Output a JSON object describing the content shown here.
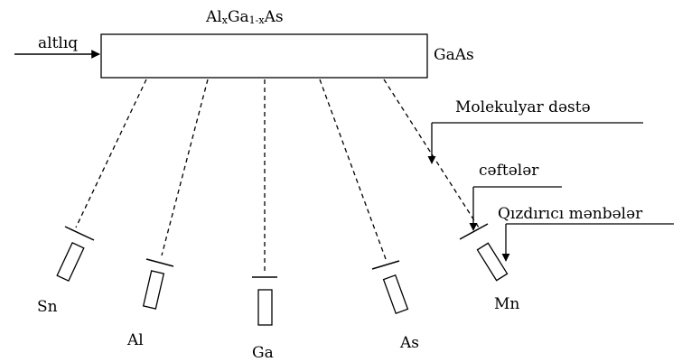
{
  "substrate_label": "AlxGa1-xAs",
  "gaas_label": "GaAs",
  "arrow_labels": {
    "altliq": "altlıq",
    "molecular_beam": "Molekulyar dəstə",
    "shutters": "cəftələr",
    "heating_sources": "Qızdırıcı mənbələr"
  },
  "sources": [
    {
      "id": "sn",
      "label": "Sn"
    },
    {
      "id": "al",
      "label": "Al"
    },
    {
      "id": "ga",
      "label": "Ga"
    },
    {
      "id": "as",
      "label": "As"
    },
    {
      "id": "mn",
      "label": "Mn"
    }
  ]
}
